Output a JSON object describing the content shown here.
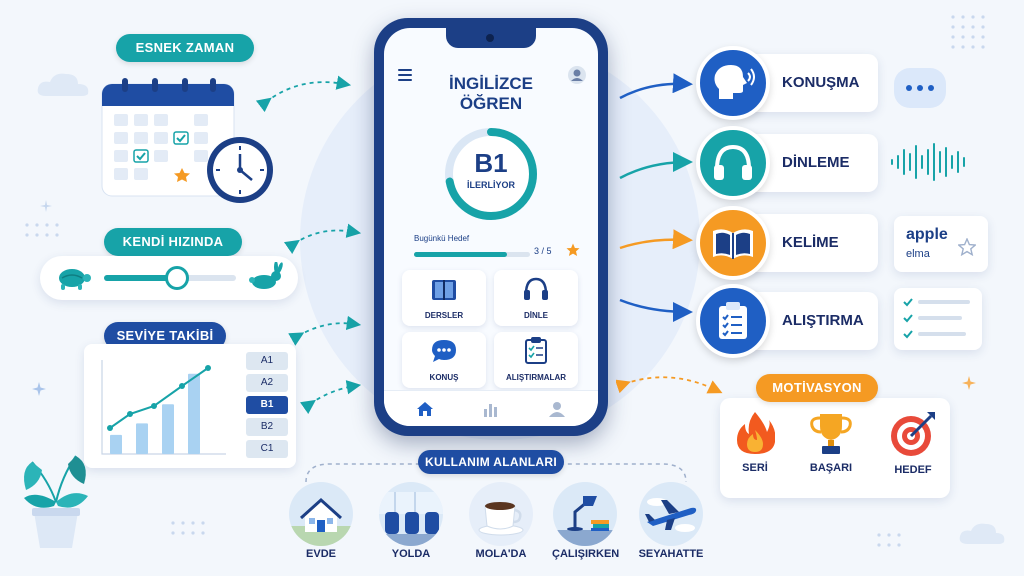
{
  "app": {
    "title": "İNGİLİZCE ÖĞREN",
    "level": "B1",
    "level_status": "İLERLİYOR",
    "daily_goal_label": "Bugünkü Hedef",
    "daily_goal_count": "3 / 5",
    "daily_goal_progress": 0.8,
    "level_ring_progress": 0.72,
    "tiles": [
      {
        "label": "DERSLER",
        "icon": "book-icon"
      },
      {
        "label": "DİNLE",
        "icon": "headphones-icon"
      },
      {
        "label": "KONUŞ",
        "icon": "chat-bubble-icon"
      },
      {
        "label": "ALIŞTIRMALAR",
        "icon": "clipboard-icon"
      }
    ],
    "bottom_nav": [
      "home-icon",
      "stats-icon",
      "profile-icon"
    ]
  },
  "left": {
    "flexible_time": "ESNEK ZAMAN",
    "own_pace": "KENDİ HIZINDA",
    "level_tracking": "SEVİYE TAKİBİ",
    "pace_slider_value": 0.55,
    "levels": [
      "A1",
      "A2",
      "B1",
      "B2",
      "C1"
    ],
    "active_level": "B1",
    "bar_values": [
      1,
      1.6,
      2.6,
      4.2
    ]
  },
  "skills": [
    {
      "label": "KONUŞMA",
      "color": "#1f5fc4",
      "icon": "speaking-head-icon"
    },
    {
      "label": "DİNLEME",
      "color": "#17a3a8",
      "icon": "headphones-icon"
    },
    {
      "label": "KELİME",
      "color": "#f59a23",
      "icon": "open-book-icon"
    },
    {
      "label": "ALIŞTIRMA",
      "color": "#1f5fc4",
      "icon": "checklist-icon"
    }
  ],
  "vocab_card": {
    "word": "apple",
    "translation": "elma"
  },
  "motivation": {
    "title": "MOTİVASYON",
    "items": [
      {
        "label": "SERİ",
        "icon": "flame-icon"
      },
      {
        "label": "BAŞARI",
        "icon": "trophy-icon"
      },
      {
        "label": "HEDEF",
        "icon": "target-icon"
      }
    ]
  },
  "usage": {
    "title": "KULLANIM ALANLARI",
    "places": [
      {
        "label": "EVDE",
        "icon": "house-icon"
      },
      {
        "label": "YOLDA",
        "icon": "train-seats-icon"
      },
      {
        "label": "MOLA'DA",
        "icon": "coffee-cup-icon"
      },
      {
        "label": "ÇALIŞIRKEN",
        "icon": "desk-lamp-icon"
      },
      {
        "label": "SEYAHATTE",
        "icon": "airplane-icon"
      }
    ]
  },
  "colors": {
    "navy": "#1c3f86",
    "teal": "#17a3a8",
    "orange": "#f59a23",
    "blue": "#1f5fc4"
  }
}
